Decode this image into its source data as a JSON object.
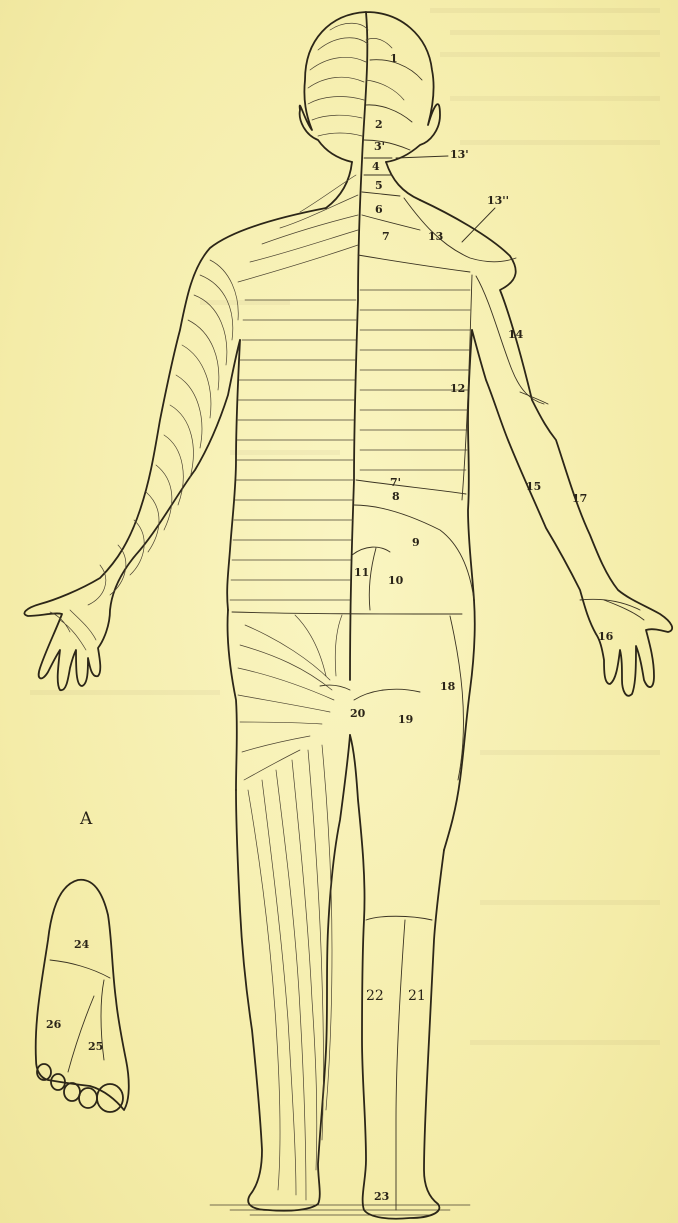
{
  "figure": {
    "inset_label": "A",
    "body_labels": [
      {
        "id": "1",
        "text": "1"
      },
      {
        "id": "2",
        "text": "2"
      },
      {
        "id": "3",
        "text": "3'"
      },
      {
        "id": "4",
        "text": "4"
      },
      {
        "id": "5",
        "text": "5"
      },
      {
        "id": "6",
        "text": "6"
      },
      {
        "id": "7",
        "text": "7"
      },
      {
        "id": "13a",
        "text": "13'"
      },
      {
        "id": "13b",
        "text": "13''"
      },
      {
        "id": "13c",
        "text": "13"
      },
      {
        "id": "14",
        "text": "14"
      },
      {
        "id": "12",
        "text": "12"
      },
      {
        "id": "7p",
        "text": "7'"
      },
      {
        "id": "8",
        "text": "8"
      },
      {
        "id": "9",
        "text": "9"
      },
      {
        "id": "11",
        "text": "11"
      },
      {
        "id": "10",
        "text": "10"
      },
      {
        "id": "15",
        "text": "15"
      },
      {
        "id": "17",
        "text": "17"
      },
      {
        "id": "16",
        "text": "16"
      },
      {
        "id": "18",
        "text": "18"
      },
      {
        "id": "19",
        "text": "19"
      },
      {
        "id": "20",
        "text": "20"
      },
      {
        "id": "22",
        "text": "22"
      },
      {
        "id": "21",
        "text": "21"
      },
      {
        "id": "23",
        "text": "23"
      }
    ],
    "foot_labels": [
      {
        "id": "24",
        "text": "24"
      },
      {
        "id": "26",
        "text": "26"
      },
      {
        "id": "25",
        "text": "25"
      }
    ]
  }
}
